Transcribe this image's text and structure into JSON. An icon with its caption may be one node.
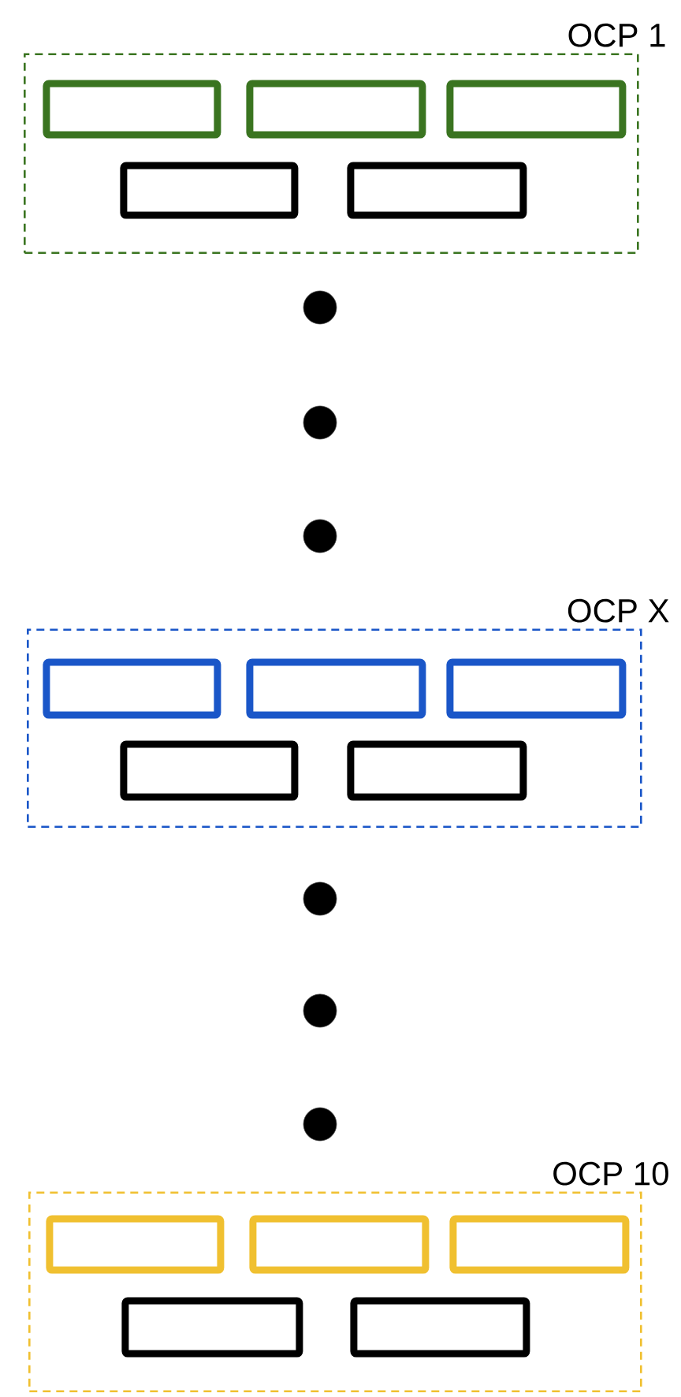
{
  "diagram": {
    "nodes": [
      {
        "text": [
          "OCP 1"
        ]
      },
      {
        "text": [],
        "shape": "box",
        "in": 0
      },
      {
        "text": [],
        "shape": "box",
        "in": 0
      },
      {
        "text": [],
        "shape": "box",
        "in": 0
      },
      {
        "text": [],
        "shape": "box",
        "in": 0
      },
      {
        "text": [],
        "shape": "box",
        "in": 0
      },
      {
        "text": [],
        "shape": "circle"
      },
      {
        "text": [],
        "shape": "circle"
      },
      {
        "text": [],
        "shape": "circle"
      },
      {
        "text": [
          "OCP X"
        ]
      },
      {
        "text": [],
        "shape": "box",
        "in": 9
      },
      {
        "text": [],
        "shape": "box",
        "in": 9
      },
      {
        "text": [],
        "shape": "box",
        "in": 9
      },
      {
        "text": [],
        "shape": "box",
        "in": 9
      },
      {
        "text": [],
        "shape": "box",
        "in": 9
      },
      {
        "text": [],
        "shape": "circle"
      },
      {
        "text": [],
        "shape": "circle"
      },
      {
        "text": [],
        "shape": "circle"
      },
      {
        "text": [
          "OCP 10"
        ]
      },
      {
        "text": [],
        "shape": "box",
        "in": 18
      },
      {
        "text": [],
        "shape": "box",
        "in": 18
      },
      {
        "text": [],
        "shape": "box",
        "in": 18
      },
      {
        "text": [],
        "shape": "box",
        "in": 18
      },
      {
        "text": [],
        "shape": "box",
        "in": 18
      }
    ]
  }
}
